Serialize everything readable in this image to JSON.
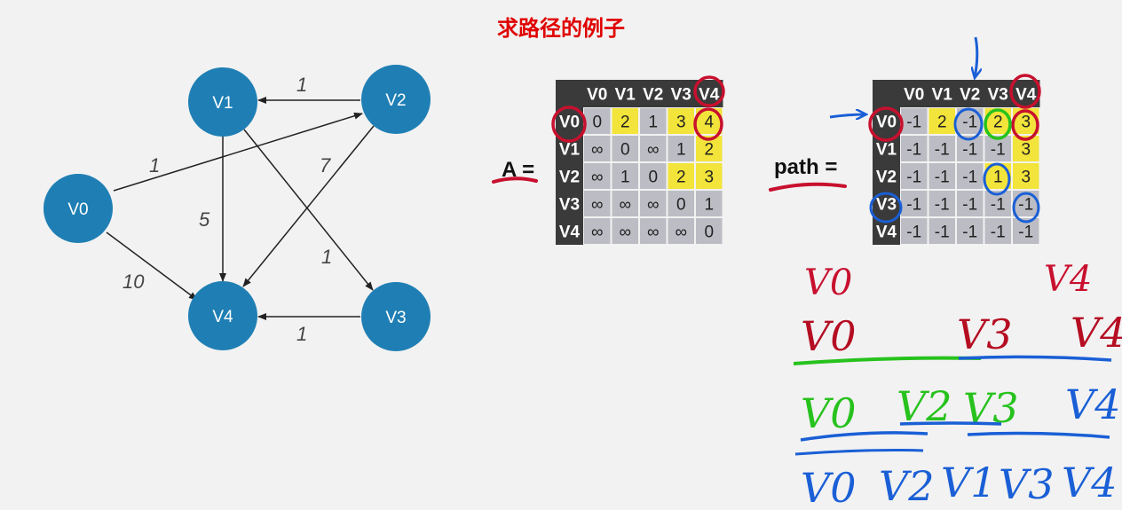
{
  "title": "求路径的例子",
  "graph": {
    "nodes": [
      {
        "id": "V0",
        "label": "V0"
      },
      {
        "id": "V1",
        "label": "V1"
      },
      {
        "id": "V2",
        "label": "V2"
      },
      {
        "id": "V3",
        "label": "V3"
      },
      {
        "id": "V4",
        "label": "V4"
      }
    ],
    "edges": [
      {
        "from": "V0",
        "to": "V2",
        "weight": "1"
      },
      {
        "from": "V0",
        "to": "V4",
        "weight": "10"
      },
      {
        "from": "V2",
        "to": "V1",
        "weight": "1"
      },
      {
        "from": "V1",
        "to": "V4",
        "weight": "5"
      },
      {
        "from": "V1",
        "to": "V3",
        "weight": "1"
      },
      {
        "from": "V2",
        "to": "V4",
        "weight": "7"
      },
      {
        "from": "V3",
        "to": "V4",
        "weight": "1"
      }
    ]
  },
  "matrix_a": {
    "label": "A =",
    "col_headers": [
      "V0",
      "V1",
      "V2",
      "V3",
      "V4"
    ],
    "row_headers": [
      "V0",
      "V1",
      "V2",
      "V3",
      "V4"
    ],
    "rows": [
      [
        "0",
        "2",
        "1",
        "3",
        "4"
      ],
      [
        "∞",
        "0",
        "∞",
        "1",
        "2"
      ],
      [
        "∞",
        "1",
        "0",
        "2",
        "3"
      ],
      [
        "∞",
        "∞",
        "∞",
        "0",
        "1"
      ],
      [
        "∞",
        "∞",
        "∞",
        "∞",
        "0"
      ]
    ]
  },
  "matrix_path": {
    "label": "path =",
    "col_headers": [
      "V0",
      "V1",
      "V2",
      "V3",
      "V4"
    ],
    "row_headers": [
      "V0",
      "V1",
      "V2",
      "V3",
      "V4"
    ],
    "rows": [
      [
        "-1",
        "2",
        "-1",
        "2",
        "3"
      ],
      [
        "-1",
        "-1",
        "-1",
        "-1",
        "3"
      ],
      [
        "-1",
        "-1",
        "-1",
        "1",
        "3"
      ],
      [
        "-1",
        "-1",
        "-1",
        "-1",
        "-1"
      ],
      [
        "-1",
        "-1",
        "-1",
        "-1",
        "-1"
      ]
    ]
  },
  "handwriting": {
    "line0": {
      "from": "V0",
      "to": "V4"
    },
    "line1": [
      "V0",
      "V3",
      "V4"
    ],
    "line2": [
      "V0",
      "V2",
      "V3",
      "V4"
    ],
    "line3": [
      "V0",
      "V2",
      "V1",
      "V3",
      "V4"
    ]
  },
  "colors": {
    "node_fill": "#1f7fb4",
    "highlight": "#f2e43a",
    "cell_bg": "#bcbcc4",
    "header_bg": "#3a3a3a",
    "ink_red": "#c8102e",
    "ink_blue": "#1a5fd6",
    "ink_green": "#27c21d",
    "title_red": "#e00000"
  }
}
